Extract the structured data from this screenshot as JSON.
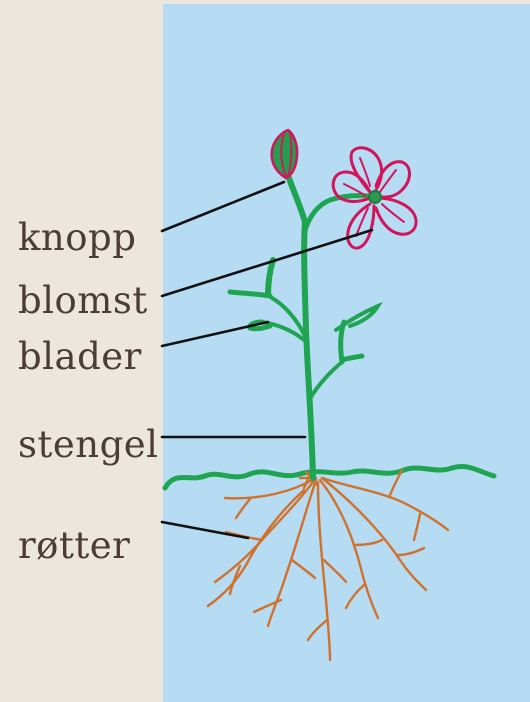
{
  "labels": {
    "bud": "knopp",
    "flower": "blomst",
    "leaves": "blader",
    "stem": "stengel",
    "roots": "røtter"
  },
  "colors": {
    "background_left": "#ede6dc",
    "sky": "#b5dcf3",
    "label_text": "#4b3d34",
    "stem_green": "#1fa551",
    "petal_magenta": "#d4145a",
    "root_orange": "#d0712d",
    "leader_line": "#111111"
  }
}
